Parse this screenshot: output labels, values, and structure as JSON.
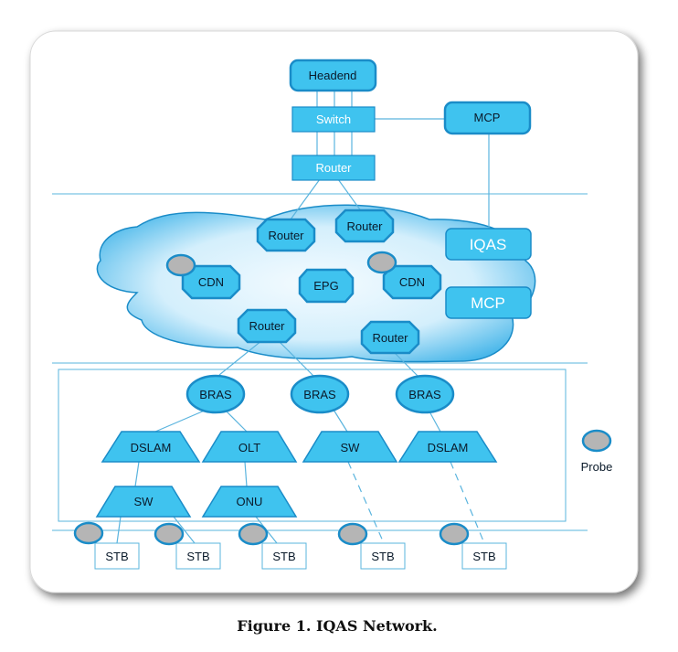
{
  "caption": "Figure 1. IQAS Network.",
  "colors": {
    "node_fill": "#3fc3ef",
    "node_stroke": "#1a8cc8",
    "line": "#5ab4de",
    "probe_fill": "#b5b5b5",
    "probe_stroke": "#1a8cc8",
    "cloud_fill": "#d8f0fc"
  },
  "nodes": {
    "headend": "Headend",
    "switch": "Switch",
    "router_top": "Router",
    "mcp_top": "MCP",
    "router_cloud_1": "Router",
    "router_cloud_2": "Router",
    "iqas": "IQAS",
    "cdn_left": "CDN",
    "epg": "EPG",
    "cdn_right": "CDN",
    "mcp_cloud": "MCP",
    "router_cloud_3": "Router",
    "router_cloud_4": "Router",
    "bras_1": "BRAS",
    "bras_2": "BRAS",
    "bras_3": "BRAS",
    "dslam_left": "DSLAM",
    "olt": "OLT",
    "sw_mid": "SW",
    "dslam_right": "DSLAM",
    "sw_left": "SW",
    "onu": "ONU",
    "stb_1": "STB",
    "stb_2": "STB",
    "stb_3": "STB",
    "stb_4": "STB",
    "stb_5": "STB"
  },
  "legend": {
    "probe_label": "Probe"
  }
}
